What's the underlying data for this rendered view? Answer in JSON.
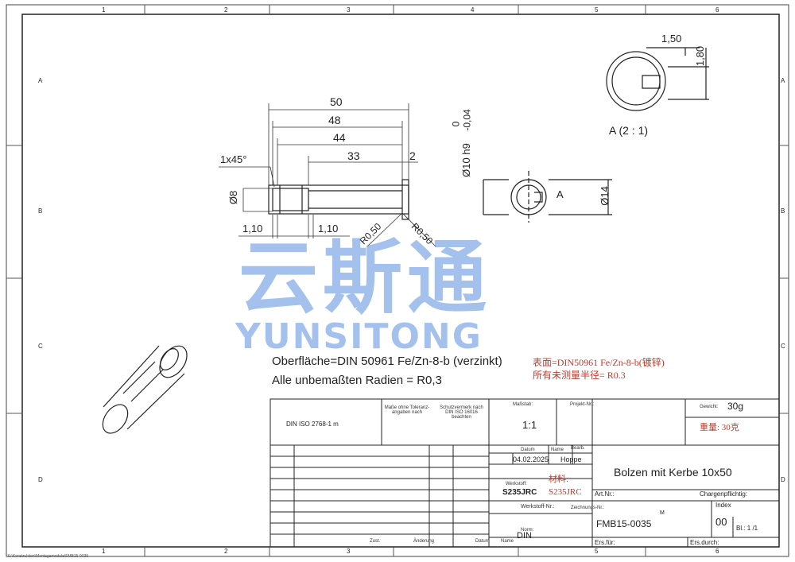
{
  "border": {
    "col_labels": [
      "1",
      "2",
      "3",
      "4",
      "5",
      "6"
    ],
    "row_labels": [
      "A",
      "B",
      "C",
      "D"
    ]
  },
  "dimensions": {
    "d50": "50",
    "d48": "48",
    "d44": "44",
    "d33": "33",
    "d2": "2",
    "chamfer": "1x45°",
    "dia8": "Ø8",
    "len110_left": "1,10",
    "len110_right": "1,10",
    "r050_left": "R0,50",
    "r050_right": "R0,50",
    "tol_upper": "0",
    "tol_lower": "-0,04",
    "dia10": "Ø10 h9",
    "dia14": "Ø14",
    "section_a": "A",
    "detail_150": "1,50",
    "detail_180": "1,80",
    "detail_label": "A (2 : 1)"
  },
  "notes": {
    "surface": "Oberfläche=DIN 50961 Fe/Zn-8-b (verzinkt)",
    "radii": "Alle unbemaßten Radien = R0,3",
    "surface_cn": "表面=DIN50961 Fe/Zn-8-b(镀锌)",
    "radii_cn": "所有未测量半径= R0.3"
  },
  "title_block": {
    "tolerance_std": "DIN ISO 2768-1 m",
    "tol_note": "Maße ohne Toleranz-angaben nach",
    "protection_note": "Schutzvermerk nach DIN ISO 16016 beachten",
    "scale_label": "Maßstab:",
    "scale": "1:1",
    "project_label": "Projekt-Nr.:",
    "weight_label": "Gewicht:",
    "weight": "30g",
    "weight_cn": "重量: 30克",
    "date_label": "Datum",
    "name_label": "Name",
    "drawn_label": "Bearb.",
    "date": "04.02.2025",
    "name": "Hoppe",
    "title": "Bolzen mit Kerbe 10x50",
    "material_label": "Werkstoff:",
    "material": "S235JRC",
    "material_cn_label": "材料:",
    "material_cn": "S235JRC",
    "material_no_label": "Werkstoff-Nr.:",
    "art_label": "Art.Nr.:",
    "batch_label": "Chargenpflichtig:",
    "drawing_no_label": "Zeichnungs-Nr.:",
    "drawing_no": "FMB15-0035",
    "index_label": "Index",
    "index": "00",
    "sheet": "Bl.: 1 /1",
    "m_mark": "M",
    "norm_label": "Norm:",
    "norm": "DIN",
    "replaces_label": "Ers.für:",
    "replaced_label": "Ers.durch:",
    "zust_label": "Zust.",
    "change_label": "Änderung",
    "datum2": "Datum",
    "name2": "Name"
  },
  "file_path": "F:\\Konstruktion\\Montagemodule\\FMB15-0035",
  "watermark": {
    "cn": "云斯通",
    "en": "YUNSITONG"
  }
}
